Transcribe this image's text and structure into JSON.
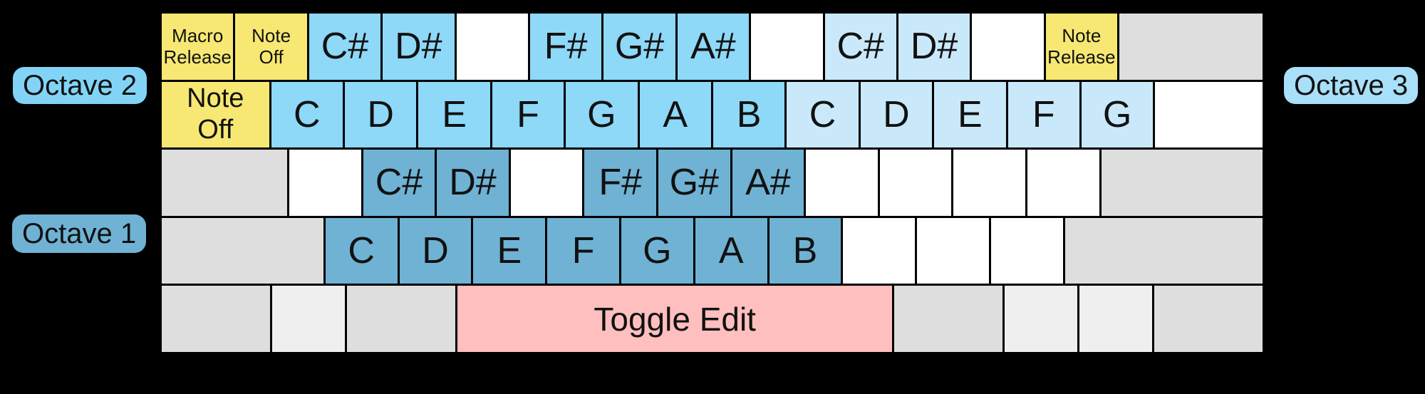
{
  "colors": {
    "background": "#000000",
    "key_border": "#000000",
    "text": "#111111",
    "octave1": "#6fb2d4",
    "octave2": "#8ed8f8",
    "octave3": "#c9e9fb",
    "octave1_pill": "#6fb2d4",
    "octave2_pill": "#82d4f6",
    "octave3_pill": "#a9e0f9",
    "yellow": "#f7e873",
    "pink": "#ffbfbf",
    "gray": "#dedede",
    "lightgray": "#efefef",
    "white": "#ffffff"
  },
  "labels": {
    "octave1": "Octave 1",
    "octave2": "Octave 2",
    "octave3": "Octave 3"
  },
  "keyboard": {
    "rows": [
      {
        "keys": [
          {
            "label": "Macro\nRelease",
            "color": "yellow",
            "w": 1,
            "size": "sm",
            "name": "key-macro-release"
          },
          {
            "label": "Note\nOff",
            "color": "yellow",
            "w": 1,
            "size": "sm",
            "name": "key-note-off-1"
          },
          {
            "label": "C#",
            "color": "octave2",
            "w": 1,
            "size": "xl",
            "name": "key-csharp2"
          },
          {
            "label": "D#",
            "color": "octave2",
            "w": 1,
            "size": "xl",
            "name": "key-dsharp2"
          },
          {
            "label": "",
            "color": "white",
            "w": 1,
            "size": "xl",
            "name": "key-blank-r1-4"
          },
          {
            "label": "F#",
            "color": "octave2",
            "w": 1,
            "size": "xl",
            "name": "key-fsharp2"
          },
          {
            "label": "G#",
            "color": "octave2",
            "w": 1,
            "size": "xl",
            "name": "key-gsharp2"
          },
          {
            "label": "A#",
            "color": "octave2",
            "w": 1,
            "size": "xl",
            "name": "key-asharp2"
          },
          {
            "label": "",
            "color": "white",
            "w": 1,
            "size": "xl",
            "name": "key-blank-r1-8"
          },
          {
            "label": "C#",
            "color": "octave3",
            "w": 1,
            "size": "xl",
            "name": "key-csharp3"
          },
          {
            "label": "D#",
            "color": "octave3",
            "w": 1,
            "size": "xl",
            "name": "key-dsharp3"
          },
          {
            "label": "",
            "color": "white",
            "w": 1,
            "size": "xl",
            "name": "key-blank-r1-minus"
          },
          {
            "label": "Note\nRelease",
            "color": "yellow",
            "w": 1,
            "size": "sm",
            "name": "key-note-release"
          },
          {
            "label": "",
            "color": "gray",
            "w": 2,
            "size": "xl",
            "name": "key-backspace-blank"
          }
        ]
      },
      {
        "keys": [
          {
            "label": "Note\nOff",
            "color": "yellow",
            "w": 1.5,
            "size": "md",
            "name": "key-note-off-tab"
          },
          {
            "label": "C",
            "color": "octave2",
            "w": 1,
            "size": "xl",
            "name": "key-c2"
          },
          {
            "label": "D",
            "color": "octave2",
            "w": 1,
            "size": "xl",
            "name": "key-d2"
          },
          {
            "label": "E",
            "color": "octave2",
            "w": 1,
            "size": "xl",
            "name": "key-e2"
          },
          {
            "label": "F",
            "color": "octave2",
            "w": 1,
            "size": "xl",
            "name": "key-f2"
          },
          {
            "label": "G",
            "color": "octave2",
            "w": 1,
            "size": "xl",
            "name": "key-g2"
          },
          {
            "label": "A",
            "color": "octave2",
            "w": 1,
            "size": "xl",
            "name": "key-a2"
          },
          {
            "label": "B",
            "color": "octave2",
            "w": 1,
            "size": "xl",
            "name": "key-b2"
          },
          {
            "label": "C",
            "color": "octave3",
            "w": 1,
            "size": "xl",
            "name": "key-c3"
          },
          {
            "label": "D",
            "color": "octave3",
            "w": 1,
            "size": "xl",
            "name": "key-d3"
          },
          {
            "label": "E",
            "color": "octave3",
            "w": 1,
            "size": "xl",
            "name": "key-e3"
          },
          {
            "label": "F",
            "color": "octave3",
            "w": 1,
            "size": "xl",
            "name": "key-f3"
          },
          {
            "label": "G",
            "color": "octave3",
            "w": 1,
            "size": "xl",
            "name": "key-g3"
          },
          {
            "label": "",
            "color": "white",
            "w": 1.5,
            "size": "xl",
            "name": "key-blank-backslash"
          }
        ]
      },
      {
        "keys": [
          {
            "label": "",
            "color": "gray",
            "w": 1.75,
            "size": "xl",
            "name": "key-caps-blank"
          },
          {
            "label": "",
            "color": "white",
            "w": 1,
            "size": "xl",
            "name": "key-blank-r3-a"
          },
          {
            "label": "C#",
            "color": "octave1",
            "w": 1,
            "size": "xl",
            "name": "key-csharp1"
          },
          {
            "label": "D#",
            "color": "octave1",
            "w": 1,
            "size": "xl",
            "name": "key-dsharp1"
          },
          {
            "label": "",
            "color": "white",
            "w": 1,
            "size": "xl",
            "name": "key-blank-r3-f"
          },
          {
            "label": "F#",
            "color": "octave1",
            "w": 1,
            "size": "xl",
            "name": "key-fsharp1"
          },
          {
            "label": "G#",
            "color": "octave1",
            "w": 1,
            "size": "xl",
            "name": "key-gsharp1"
          },
          {
            "label": "A#",
            "color": "octave1",
            "w": 1,
            "size": "xl",
            "name": "key-asharp1"
          },
          {
            "label": "",
            "color": "white",
            "w": 1,
            "size": "xl",
            "name": "key-blank-r3-k"
          },
          {
            "label": "",
            "color": "white",
            "w": 1,
            "size": "xl",
            "name": "key-blank-r3-l"
          },
          {
            "label": "",
            "color": "white",
            "w": 1,
            "size": "xl",
            "name": "key-blank-r3-semicolon"
          },
          {
            "label": "",
            "color": "white",
            "w": 1,
            "size": "xl",
            "name": "key-blank-r3-quote"
          },
          {
            "label": "",
            "color": "gray",
            "w": 2.25,
            "size": "xl",
            "name": "key-enter-blank"
          }
        ]
      },
      {
        "keys": [
          {
            "label": "",
            "color": "gray",
            "w": 2.25,
            "size": "xl",
            "name": "key-shift-left-blank"
          },
          {
            "label": "C",
            "color": "octave1",
            "w": 1,
            "size": "xl",
            "name": "key-c1"
          },
          {
            "label": "D",
            "color": "octave1",
            "w": 1,
            "size": "xl",
            "name": "key-d1"
          },
          {
            "label": "E",
            "color": "octave1",
            "w": 1,
            "size": "xl",
            "name": "key-e1"
          },
          {
            "label": "F",
            "color": "octave1",
            "w": 1,
            "size": "xl",
            "name": "key-f1"
          },
          {
            "label": "G",
            "color": "octave1",
            "w": 1,
            "size": "xl",
            "name": "key-g1"
          },
          {
            "label": "A",
            "color": "octave1",
            "w": 1,
            "size": "xl",
            "name": "key-a1"
          },
          {
            "label": "B",
            "color": "octave1",
            "w": 1,
            "size": "xl",
            "name": "key-b1"
          },
          {
            "label": "",
            "color": "white",
            "w": 1,
            "size": "xl",
            "name": "key-blank-r4-comma"
          },
          {
            "label": "",
            "color": "white",
            "w": 1,
            "size": "xl",
            "name": "key-blank-r4-period"
          },
          {
            "label": "",
            "color": "white",
            "w": 1,
            "size": "xl",
            "name": "key-blank-r4-slash"
          },
          {
            "label": "",
            "color": "gray",
            "w": 2.75,
            "size": "xl",
            "name": "key-shift-right-blank"
          }
        ]
      },
      {
        "keys": [
          {
            "label": "",
            "color": "gray",
            "w": 1.5,
            "size": "xl",
            "name": "key-ctrl-left-blank"
          },
          {
            "label": "",
            "color": "lightgray",
            "w": 1,
            "size": "xl",
            "name": "key-win-left-blank"
          },
          {
            "label": "",
            "color": "gray",
            "w": 1.5,
            "size": "xl",
            "name": "key-alt-left-blank"
          },
          {
            "label": "Toggle Edit",
            "color": "pink",
            "w": 6,
            "size": "lg",
            "name": "key-toggle-edit"
          },
          {
            "label": "",
            "color": "gray",
            "w": 1.5,
            "size": "xl",
            "name": "key-altgr-blank"
          },
          {
            "label": "",
            "color": "lightgray",
            "w": 1,
            "size": "xl",
            "name": "key-win-right-blank"
          },
          {
            "label": "",
            "color": "lightgray",
            "w": 1,
            "size": "xl",
            "name": "key-menu-blank"
          },
          {
            "label": "",
            "color": "gray",
            "w": 1.5,
            "size": "xl",
            "name": "key-ctrl-right-blank"
          }
        ]
      }
    ]
  }
}
